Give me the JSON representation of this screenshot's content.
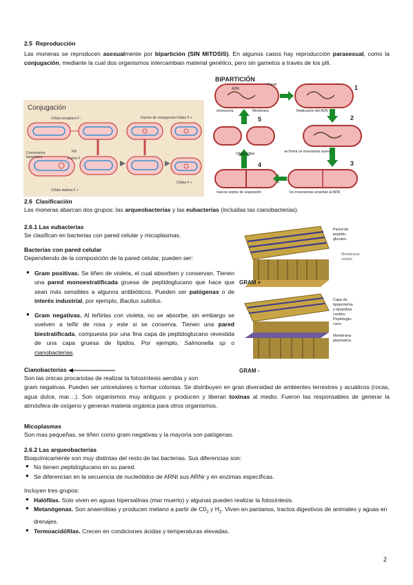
{
  "s25": {
    "number": "2.5",
    "title": "Reproducción",
    "p1": [
      "Las moneras se reproducen ",
      "asexual",
      "mente por ",
      "bipartición",
      " ",
      "(SIN MITOSIS)",
      ". En algunos casos hay reproducción ",
      "parasexual",
      ", como la ",
      "conjugación",
      ", mediante la cual dos organismos intercambian material genético, pero sin gametos a través de los pili."
    ]
  },
  "conj": {
    "title": "Conjugación",
    "receptor": "Célula receptora F",
    "duct": "Duente de conjugación",
    "fplus1": "Célula F",
    "fplus2": "Célula F",
    "fplus3": "Célula F",
    "pili": "Pili",
    "factor": "Factor F",
    "chromo": "Cromosoma bacteriano",
    "donor": "Célula dadora F"
  },
  "bip": {
    "title": "BIPARTICIÓN",
    "adn": "ADN",
    "pared": "Pared",
    "mesosoma": "mesosoma",
    "membrana": "Membrana",
    "replicacion": "Replicación del ADN",
    "hijas": "células hijas",
    "nuevo": "se forma un mesosoma nuevo",
    "septos": "nuevos septos de separación",
    "arrastran": "los mesosomas arrastran al ADN",
    "n1": "1",
    "n2": "2",
    "n3": "3",
    "n4": "4",
    "n5": "5"
  },
  "s26": {
    "number": "2.6",
    "title": "Clasificación",
    "p1": [
      "Las moneras abarcan dos grupos: las ",
      "arqueobacterias",
      " y las ",
      "eubacterias",
      " (incluidas las cianobacterias)."
    ]
  },
  "s261": {
    "title": "2.6.1 Las eubacterias",
    "p1": "Se clasifican en bacterias con pared celular y micoplasmas.",
    "pared_title": "Bacterias con pared celular",
    "pared_intro": "Dependiendo de la composición de la pared celular, pueden ser:",
    "gp": [
      "Gram positivas.",
      " Se tiñen de violeta, el cual absorben y conservan. Tienen una ",
      "pared monoestratificada",
      " gruesa de peptidoglucano que hace que sean más sensibles a algunos antibióticos. Pueden ser ",
      "patógenas",
      " o de ",
      "interés industrial",
      ", por ejemplo, ",
      "Bacilus subtilus",
      "."
    ],
    "gn": [
      "Gram negativas.",
      " Al teñirlas con violeta, no se absorbe, sin embargo se vuelven a teñir de rosa y este si se conserva. Tienen una ",
      "pared biestratificada",
      ", compuesta por una fina capa de peptidoglucano revestida de una capa gruesa de lípidos. Por ejemplo, ",
      "Salmonella sp",
      " o ",
      "cianobacterias",
      "."
    ]
  },
  "gram": {
    "pared": "Pared de peptido- glucano",
    "membrana": "Membrana celular",
    "gramplus": "GRAM +",
    "capa": "Capa de lipoproteína y lipopolisa caridos",
    "peptido": "Peptidoglu- cano",
    "membrana2": "Membrana plasmatica",
    "gramminus": "GRAM -"
  },
  "ciano": {
    "title": "Cianobacterias",
    "p1a": "Son las únicas procariotas de realizar la fotosíntesis aerobia y son",
    "p1b": [
      "gram negativas. Pueden ser unicelulares o formar colonias. Se distribuyen en gran diversidad de ambientes terrestres y acuáticos (rocas, agua dulce, mar…). Son organismos muy antiguos y producen y liberan ",
      "toxinas",
      " al medio. Fueron las responsables de generar la atmósfera de oxígeno y generan materia orgánica para otros organismos."
    ]
  },
  "mico": {
    "title": "Micoplasmas",
    "p1": "Son mas pequeñas, se tiñen como gram negativas y la mayoría son patógenas."
  },
  "s262": {
    "title": "2.6.2 Las arqueobacterias",
    "p1": "Bioquímicamente son muy distintas del resto de las bacterias. Sus diferencias son:",
    "d1": "No tienen peptidoglucano en su pared.",
    "d2": "Se diferencian en la secuencia de nucleótidos de ARNt sus ARNr y en enzimas específicas.",
    "incluyen": "Incluyen tres grupos:",
    "halo": [
      "Halófilas.",
      " Solo viven en aguas hipersalinas (mar muerto) y algunas pueden realizar la fotosíntesis."
    ],
    "meta": [
      "Metanógenas.",
      " Son anaerobias y producen metano a partir de C0",
      "2",
      " y H",
      "2",
      ". Viven en pantanos, tractos digestivos de animales y aguas en drenajes."
    ],
    "termo": [
      "Termoacidófilas.",
      "  Crecen en condiciones ácidas y temperaturas elevadas."
    ]
  },
  "page_number": "2"
}
